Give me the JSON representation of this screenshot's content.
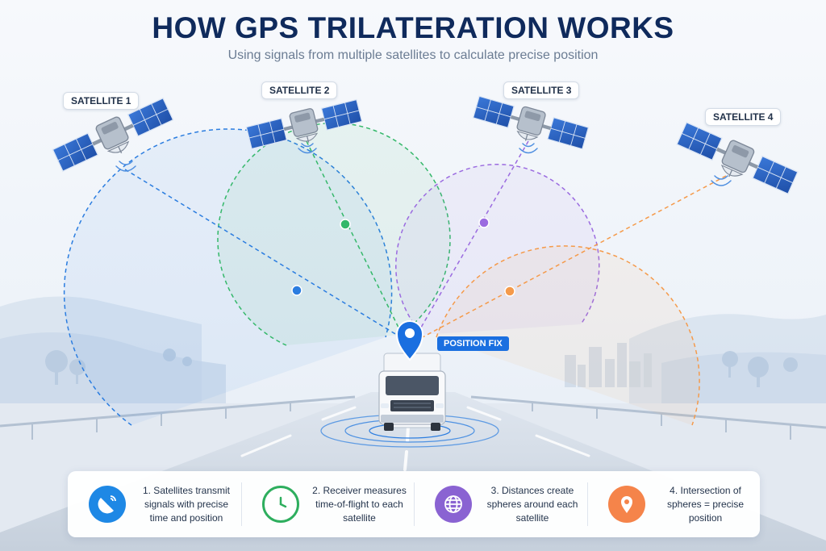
{
  "header": {
    "title": "HOW GPS TRILATERATION WORKS",
    "subtitle": "Using signals from multiple satellites to calculate precise position"
  },
  "satellites": [
    {
      "label": "SATELLITE 1",
      "color": "#2b7de0"
    },
    {
      "label": "SATELLITE 2",
      "color": "#34b86a"
    },
    {
      "label": "SATELLITE 3",
      "color": "#9b6be0"
    },
    {
      "label": "SATELLITE 4",
      "color": "#f59a4a"
    }
  ],
  "receiver": {
    "label": "POSITION FIX",
    "color": "#1a6fe0",
    "icon": "location-pin-icon"
  },
  "steps": [
    {
      "text": "1. Satellites transmit signals with precise time and position",
      "icon": "satellite-dish-icon",
      "color": "#1e88e5"
    },
    {
      "text": "2. Receiver measures time-of-flight to each satellite",
      "icon": "clock-icon",
      "color": "#2eae5e"
    },
    {
      "text": "3. Distances create spheres around each satellite",
      "icon": "globe-icon",
      "color": "#8a63d2"
    },
    {
      "text": "4. Intersection of spheres = precise position",
      "icon": "location-pin-icon",
      "color": "#f5844a"
    }
  ]
}
